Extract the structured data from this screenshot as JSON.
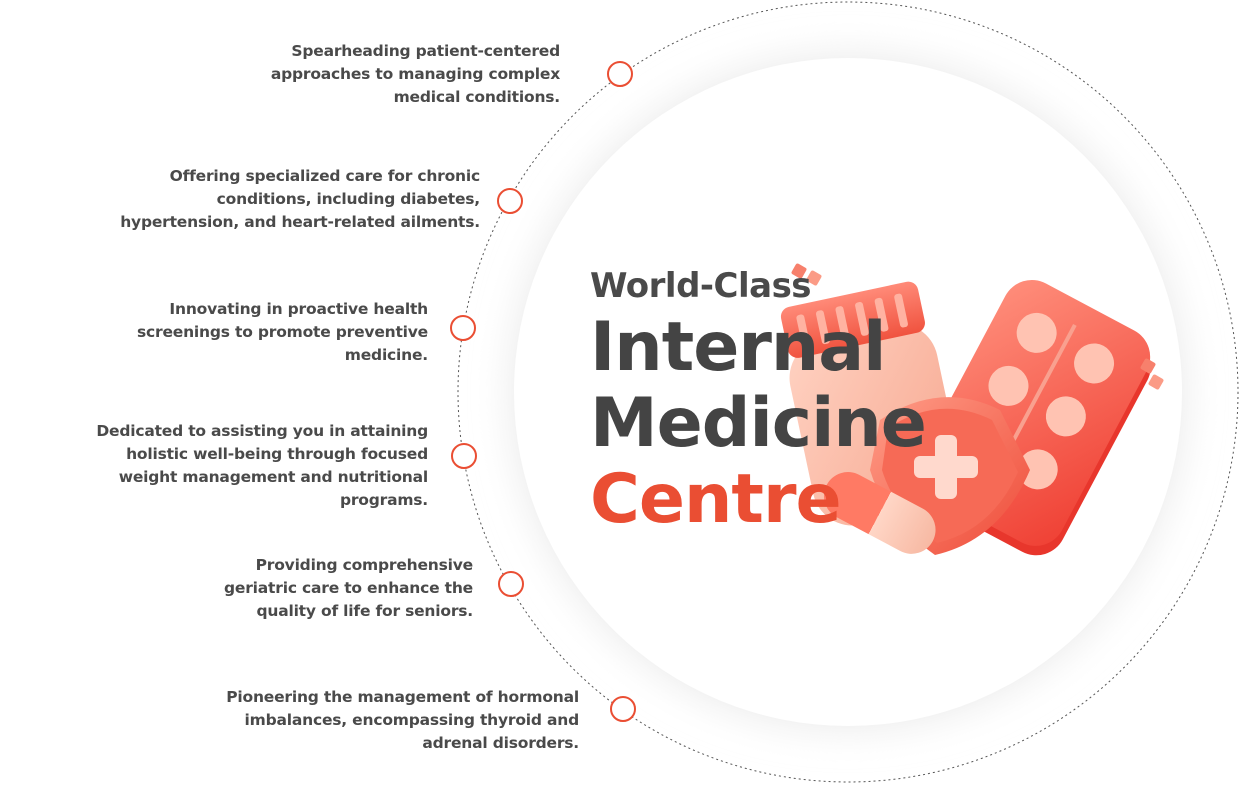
{
  "heading": {
    "line1": "World-Class",
    "line2": "Internal",
    "line3": "Medicine",
    "line4": "Centre"
  },
  "features": [
    {
      "text": "Spearheading patient-centered approaches to managing complex medical conditions."
    },
    {
      "text": "Offering specialized care for chronic conditions, including diabetes, hypertension, and heart-related ailments."
    },
    {
      "text": "Innovating in proactive health screenings to promote preventive medicine."
    },
    {
      "text": "Dedicated to assisting you in attaining holistic well-being through focused weight management and nutritional programs."
    },
    {
      "text": "Providing comprehensive geriatric care to enhance the quality of life for seniors."
    },
    {
      "text": "Pioneering the management of hormonal imbalances, encompassing thyroid and adrenal disorders."
    }
  ],
  "icons": {
    "illustration": "medicine-illustration-icon",
    "marker": "circle-marker-icon"
  },
  "colors": {
    "accent": "#ea4e33",
    "text_dark": "#444444",
    "text_body": "#4a4a4a",
    "dotted_ring": "#555555"
  }
}
